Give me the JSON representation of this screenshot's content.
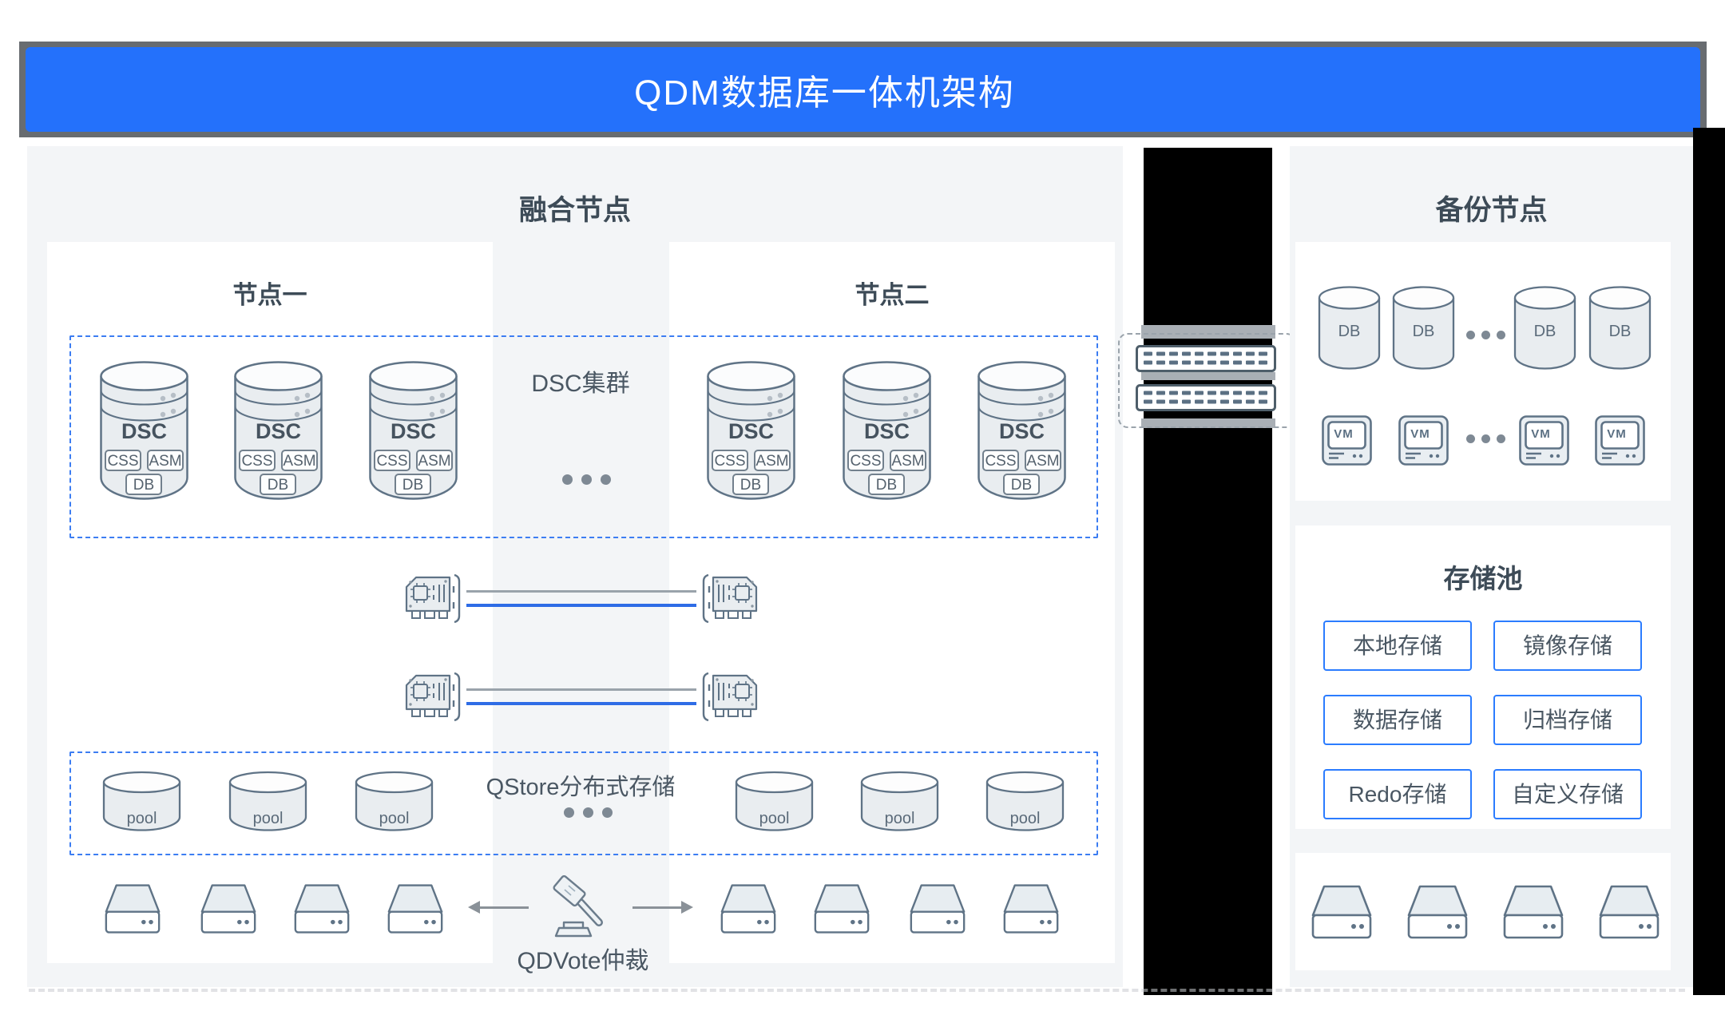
{
  "banner": {
    "title": "QDM数据库一体机架构"
  },
  "fusion_panel": {
    "title": "融合节点",
    "node1_label": "节点一",
    "node2_label": "节点二",
    "dsc_cluster_label": "DSC集群",
    "dsc_name": "DSC",
    "dsc_chips": [
      "CSS",
      "ASM",
      "DB"
    ],
    "qstore_label": "QStore分布式存储",
    "pool_label": "pool",
    "qdvote_label": "QDVote仲裁"
  },
  "backup_panel": {
    "title": "备份节点",
    "db_label": "DB",
    "vm_label": "VM",
    "storage_pool": {
      "title": "存储池",
      "buttons": [
        "本地存储",
        "镜像存储",
        "数据存储",
        "归档存储",
        "Redo存储",
        "自定义存储"
      ]
    }
  },
  "icons": {
    "database_cylinder": "svg-cylinder",
    "pool_cylinder": "svg-flat-cylinder",
    "vm_terminal": "svg-monitor",
    "disk_drive": "svg-disk",
    "network_switch": "svg-switch-ports",
    "nic_card": "svg-network-card",
    "gavel": "svg-gavel",
    "ellipsis": "•••",
    "arrow_left": "←",
    "arrow_right": "→"
  },
  "colors": {
    "banner_blue": "#2471fb",
    "banner_frame_gray": "#686c70",
    "panel_gray": "#f3f5f7",
    "dashed_blue": "#3c7df2",
    "button_border_blue": "#2b7cff",
    "link_blue": "#2e6ce6",
    "link_gray": "#9aa3ab",
    "stroke_slate": "#5f7386",
    "text_dark": "#3d4b57",
    "redaction_black": "#000000"
  }
}
